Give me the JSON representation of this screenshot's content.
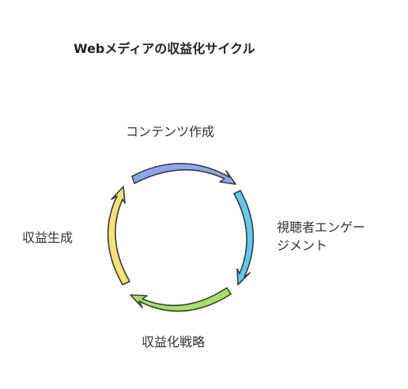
{
  "title": "Webメディアの収益化サイクル",
  "steps": [
    {
      "label": "コンテンツ作成",
      "color": "#8ea6ec"
    },
    {
      "label_line1": "視聴者エンゲー",
      "label_line2": "ジメント",
      "color": "#62c8ee"
    },
    {
      "label": "収益化戦略",
      "color": "#a7e066"
    },
    {
      "label": "収益生成",
      "color": "#f6e27a"
    }
  ],
  "outline_color": "#3a3a3a"
}
